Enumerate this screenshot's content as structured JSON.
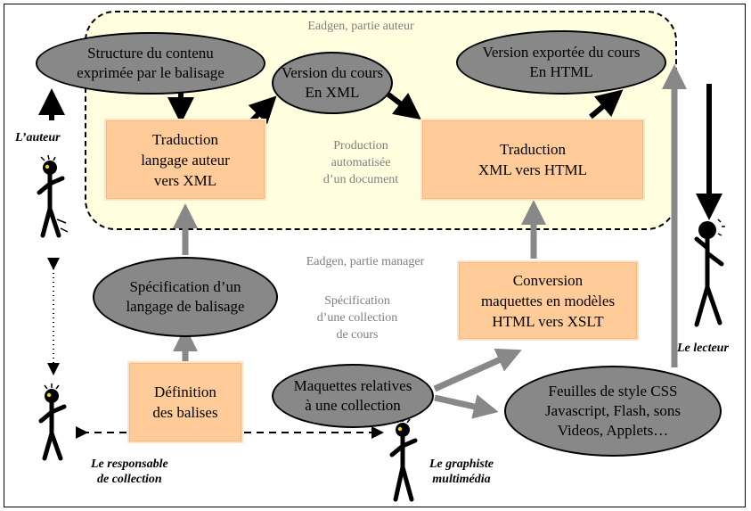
{
  "notes": {
    "author_zone": "Eadgen, partie auteur",
    "manager_zone": "Eadgen, partie manager",
    "production": "Production\nautomatisée\nd’un document",
    "specification": "Spécification\nd’une collection\nde cours"
  },
  "ellipses": {
    "structure": "Structure du contenu\nexprimée par le balisage",
    "version_xml": "Version du cours\nEn XML",
    "version_html": "Version exportée du cours\nEn HTML",
    "specification": "Spécification d’un\nlangage de balisage",
    "maquettes": "Maquettes relatives\nà une collection",
    "feuilles": "Feuilles de style CSS\nJavascript, Flash, sons\nVideos, Applets…"
  },
  "boxes": {
    "traduction_auteur": "Traduction\nlangage auteur\nvers XML",
    "traduction_html": "Traduction\nXML vers HTML",
    "conversion": "Conversion\nmaquettes en modèles\nHTML vers XSLT",
    "definition": "Définition\ndes balises"
  },
  "roles": {
    "auteur": "L’auteur",
    "lecteur": "Le lecteur",
    "responsable": "Le responsable\nde collection",
    "graphiste": "Le graphiste\nmultimédia"
  },
  "colors": {
    "ellipse_fill": "#888888",
    "box_fill": "#ffcc99",
    "author_zone_fill": "#ffffe0",
    "gray_arrow": "#888888",
    "note_text": "#7f7f7f"
  }
}
